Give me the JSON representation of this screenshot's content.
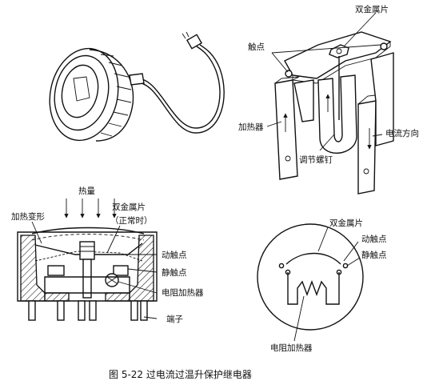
{
  "labels": {
    "bimetal_top": "双金属片",
    "contact_top": "触点",
    "heater_top": "加热器",
    "current_dir": "电流方向",
    "adjust_screw": "调节螺钉",
    "heat": "热量",
    "heat_deform": "加热变形",
    "bimetal_mid": "双金属片",
    "normal_state": "（正常时）",
    "moving_contact_mid": "动触点",
    "static_contact_mid": "静触点",
    "resistor_heater_mid": "电阻加热器",
    "terminal": "端子",
    "bimetal_right": "双金属片",
    "moving_contact_right": "动触点",
    "static_contact_right": "静触点",
    "resistor_heater_right": "电阻加热器"
  },
  "caption": "图 5-22    过电流过温升保护继电器"
}
